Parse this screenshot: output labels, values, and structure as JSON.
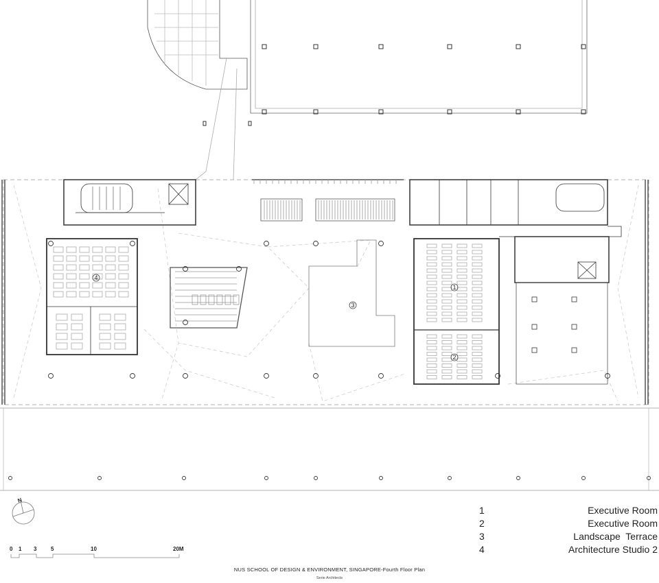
{
  "plan": {
    "room_numbers": [
      "1",
      "2",
      "3",
      "4"
    ],
    "north_label": "N"
  },
  "legend": [
    {
      "num": "1",
      "label": "Executive Room"
    },
    {
      "num": "2",
      "label": "Executive Room"
    },
    {
      "num": "3",
      "label": "Landscape  Terrace"
    },
    {
      "num": "4",
      "label": "Architecture Studio 2"
    }
  ],
  "scale": {
    "ticks": [
      "0",
      "1",
      "3",
      "5",
      "10",
      "20M"
    ]
  },
  "title": "NUS SCHOOL OF DESIGN & ENVIRONMENT, SINGAPORE-Fourth Floor Plan",
  "subtitle": "Serie Architects"
}
